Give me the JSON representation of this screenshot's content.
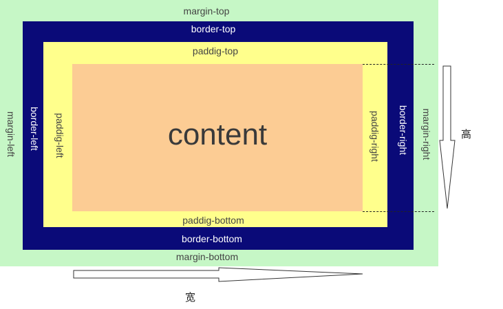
{
  "colors": {
    "margin": "#c6f7c6",
    "border": "#0a0a78",
    "padding": "#ffff8c",
    "content": "#fccc94"
  },
  "labels": {
    "margin_top": "margin-top",
    "margin_bottom": "margin-bottom",
    "margin_left": "margin-left",
    "margin_right": "margin-right",
    "border_top": "border-top",
    "border_bottom": "border-bottom",
    "border_left": "border-left",
    "border_right": "border-right",
    "padding_top": "paddig-top",
    "padding_bottom": "paddig-bottom",
    "padding_left": "paddig-left",
    "padding_right": "paddig-right",
    "content": "content"
  },
  "dimensions": {
    "height_label": "高",
    "width_label": "宽"
  }
}
